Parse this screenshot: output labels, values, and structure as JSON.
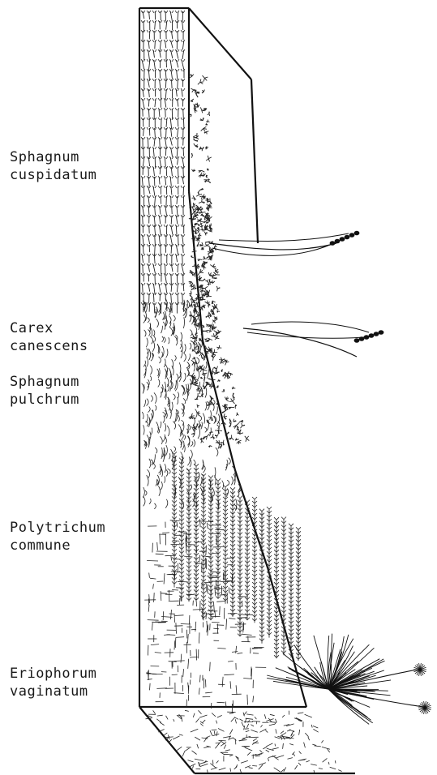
{
  "labels": [
    {
      "lines": [
        "Sphagnum",
        "cuspidatum"
      ]
    },
    {
      "lines": [
        "Carex",
        "canescens"
      ]
    },
    {
      "lines": [
        "Sphagnum",
        "pulchrum"
      ]
    },
    {
      "lines": [
        "Polytrichum",
        "commune"
      ]
    },
    {
      "lines": [
        "Eriophorum",
        "vaginatum"
      ]
    }
  ]
}
